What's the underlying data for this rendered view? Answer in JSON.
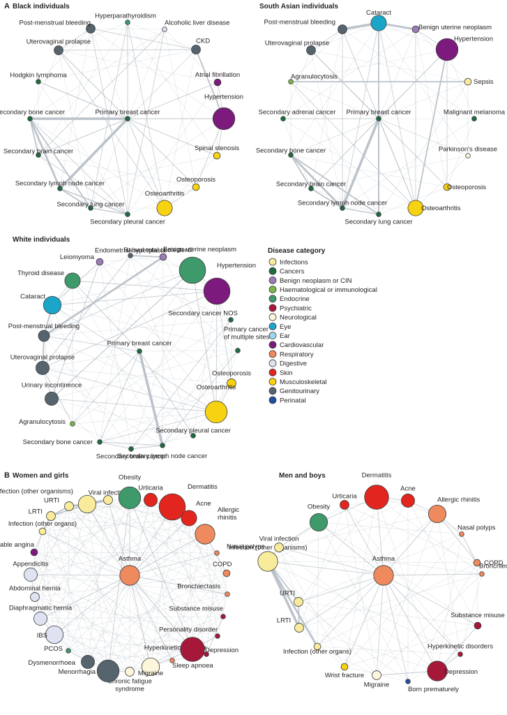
{
  "colors": {
    "Infections": "#f8ec9c",
    "Cancers": "#1e6b40",
    "Benign neoplasm or CIN": "#9b7bb8",
    "Haematological or immunological": "#7ab648",
    "Endocrine": "#3e9a6a",
    "Psychiatric": "#a6183a",
    "Neurological": "#fdf6dc",
    "Eye": "#1ba6c9",
    "Ear": "#9fd4ef",
    "Cardiovascular": "#7c1a7e",
    "Respiratory": "#ee8a5e",
    "Digestive": "#dfe3f1",
    "Skin": "#e2261f",
    "Musculoskeletal": "#f7d210",
    "Genitourinary": "#56646e",
    "Perinatal": "#1e4fa0"
  },
  "legend": {
    "title": "Disease category",
    "items": [
      "Infections",
      "Cancers",
      "Benign neoplasm or CIN",
      "Haematological or immunological",
      "Endocrine",
      "Psychiatric",
      "Neurological",
      "Eye",
      "Ear",
      "Cardiovascular",
      "Respiratory",
      "Digestive",
      "Skin",
      "Musculoskeletal",
      "Genitourinary",
      "Perinatal"
    ]
  },
  "panel_labels": [
    "A",
    "B"
  ],
  "networks": [
    {
      "id": "black",
      "title": "Black individuals",
      "nodes": [
        {
          "label": "Hyperparathyroidism",
          "cat": "Endocrine",
          "size": 1
        },
        {
          "label": "Alcoholic liver disease",
          "cat": "Digestive",
          "size": 1
        },
        {
          "label": "CKD",
          "cat": "Genitourinary",
          "size": 3
        },
        {
          "label": "Atrial fibrillation",
          "cat": "Cardiovascular",
          "size": 2
        },
        {
          "label": "Hypertension",
          "cat": "Cardiovascular",
          "size": 9
        },
        {
          "label": "Spinal stenosis",
          "cat": "Musculoskeletal",
          "size": 2
        },
        {
          "label": "Osteoporosis",
          "cat": "Musculoskeletal",
          "size": 2
        },
        {
          "label": "Osteoarthritis",
          "cat": "Musculoskeletal",
          "size": 6
        },
        {
          "label": "Secondary pleural cancer",
          "cat": "Cancers",
          "size": 1
        },
        {
          "label": "Secondary lung cancer",
          "cat": "Cancers",
          "size": 1
        },
        {
          "label": "Secondary lymph node cancer",
          "cat": "Cancers",
          "size": 1
        },
        {
          "label": "Secondary brain cancer",
          "cat": "Cancers",
          "size": 1
        },
        {
          "label": "Secondary bone cancer",
          "cat": "Cancers",
          "size": 1
        },
        {
          "label": "Hodgkin lymphoma",
          "cat": "Cancers",
          "size": 1
        },
        {
          "label": "Uterovaginal prolapse",
          "cat": "Genitourinary",
          "size": 3
        },
        {
          "label": "Post-menstrual bleeding",
          "cat": "Genitourinary",
          "size": 3
        },
        {
          "label": "Primary breast cancer",
          "cat": "Cancers",
          "size": 1
        }
      ]
    },
    {
      "id": "southasian",
      "title": "South Asian individuals",
      "nodes": [
        {
          "label": "Cataract",
          "cat": "Eye",
          "size": 6
        },
        {
          "label": "Benign uterine neoplasm",
          "cat": "Benign neoplasm or CIN",
          "size": 2
        },
        {
          "label": "Hypertension",
          "cat": "Cardiovascular",
          "size": 9
        },
        {
          "label": "Sepsis",
          "cat": "Infections",
          "size": 2
        },
        {
          "label": "Malignant melanoma",
          "cat": "Cancers",
          "size": 1
        },
        {
          "label": "Parkinson's disease",
          "cat": "Neurological",
          "size": 1
        },
        {
          "label": "Osteoporosis",
          "cat": "Musculoskeletal",
          "size": 2
        },
        {
          "label": "Osteoarthritis",
          "cat": "Musculoskeletal",
          "size": 6
        },
        {
          "label": "Secondary lung cancer",
          "cat": "Cancers",
          "size": 1
        },
        {
          "label": "Secondary lymph node cancer",
          "cat": "Cancers",
          "size": 1
        },
        {
          "label": "Secondary brain cancer",
          "cat": "Cancers",
          "size": 1
        },
        {
          "label": "Secondary bone cancer",
          "cat": "Cancers",
          "size": 1
        },
        {
          "label": "Secondary adrenal cancer",
          "cat": "Cancers",
          "size": 1
        },
        {
          "label": "Agranulocytosis",
          "cat": "Haematological or immunological",
          "size": 1
        },
        {
          "label": "Uterovaginal prolapse",
          "cat": "Genitourinary",
          "size": 3
        },
        {
          "label": "Post-menstrual bleeding",
          "cat": "Genitourinary",
          "size": 3
        },
        {
          "label": "Primary breast cancer",
          "cat": "Cancers",
          "size": 1
        }
      ]
    },
    {
      "id": "white",
      "title": "White individuals",
      "nodes": [
        {
          "label": "Endometrial hyperplasia",
          "cat": "Genitourinary",
          "size": 1
        },
        {
          "label": "Benign uterine neoplasm",
          "cat": "Benign neoplasm or CIN",
          "size": 2
        },
        {
          "label": "Raised total cholesterol",
          "cat": "Endocrine",
          "size": 11
        },
        {
          "label": "Hypertension",
          "cat": "Cardiovascular",
          "size": 11
        },
        {
          "label": "Secondary cancer NOS",
          "cat": "Cancers",
          "size": 1
        },
        {
          "label": "Primary cancer of multiple sites",
          "cat": "Cancers",
          "size": 1
        },
        {
          "label": "Osteoporosis",
          "cat": "Musculoskeletal",
          "size": 3
        },
        {
          "label": "Osteoarthritis",
          "cat": "Musculoskeletal",
          "size": 9
        },
        {
          "label": "Secondary pleural cancer",
          "cat": "Cancers",
          "size": 1
        },
        {
          "label": "Secondary lymph node cancer",
          "cat": "Cancers",
          "size": 1
        },
        {
          "label": "Secondary brain cancer",
          "cat": "Cancers",
          "size": 1
        },
        {
          "label": "Secondary bone cancer",
          "cat": "Cancers",
          "size": 1
        },
        {
          "label": "Agranulocytosis",
          "cat": "Haematological or immunological",
          "size": 1
        },
        {
          "label": "Urinary incontinence",
          "cat": "Genitourinary",
          "size": 5
        },
        {
          "label": "Uterovaginal prolapse",
          "cat": "Genitourinary",
          "size": 5
        },
        {
          "label": "Post-menstrual bleeding",
          "cat": "Genitourinary",
          "size": 4
        },
        {
          "label": "Cataract",
          "cat": "Eye",
          "size": 7
        },
        {
          "label": "Thyroid disease",
          "cat": "Endocrine",
          "size": 6
        },
        {
          "label": "Leiomyoma",
          "cat": "Benign neoplasm or CIN",
          "size": 2
        },
        {
          "label": "Primary breast cancer",
          "cat": "Cancers",
          "size": 1
        }
      ]
    },
    {
      "id": "women",
      "title": "Women and girls",
      "nodes": [
        {
          "label": "Viral infection",
          "cat": "Infections",
          "size": 3
        },
        {
          "label": "Obesity",
          "cat": "Endocrine",
          "size": 9
        },
        {
          "label": "Urticaria",
          "cat": "Skin",
          "size": 5
        },
        {
          "label": "Dermatitis",
          "cat": "Skin",
          "size": 11
        },
        {
          "label": "Acne",
          "cat": "Skin",
          "size": 6
        },
        {
          "label": "Allergic rhinitis",
          "cat": "Respiratory",
          "size": 8
        },
        {
          "label": "Nasal polyps",
          "cat": "Respiratory",
          "size": 1
        },
        {
          "label": "COPD",
          "cat": "Respiratory",
          "size": 2
        },
        {
          "label": "Bronchiectasis",
          "cat": "Respiratory",
          "size": 1
        },
        {
          "label": "Substance misuse",
          "cat": "Psychiatric",
          "size": 1
        },
        {
          "label": "Personality disorder",
          "cat": "Psychiatric",
          "size": 1
        },
        {
          "label": "Hyperkinetic disorder",
          "cat": "Psychiatric",
          "size": 1
        },
        {
          "label": "Depression",
          "cat": "Psychiatric",
          "size": 10
        },
        {
          "label": "Sleep apnoea",
          "cat": "Respiratory",
          "size": 1
        },
        {
          "label": "Migraine",
          "cat": "Neurological",
          "size": 7
        },
        {
          "label": "Chronic fatigue syndrome",
          "cat": "Neurological",
          "size": 3
        },
        {
          "label": "Menorrhagia",
          "cat": "Genitourinary",
          "size": 9
        },
        {
          "label": "Dysmenorrhoea",
          "cat": "Genitourinary",
          "size": 5
        },
        {
          "label": "PCOS",
          "cat": "Endocrine",
          "size": 1
        },
        {
          "label": "IBS",
          "cat": "Digestive",
          "size": 7
        },
        {
          "label": "Diaphragmatic hernia",
          "cat": "Digestive",
          "size": 5
        },
        {
          "label": "Abdominal hernia",
          "cat": "Digestive",
          "size": 3
        },
        {
          "label": "Appendicitis",
          "cat": "Digestive",
          "size": 5
        },
        {
          "label": "Stable angina",
          "cat": "Cardiovascular",
          "size": 2
        },
        {
          "label": "Infection (other organs)",
          "cat": "Infections",
          "size": 2
        },
        {
          "label": "LRTI",
          "cat": "Infections",
          "size": 3
        },
        {
          "label": "URTI",
          "cat": "Infections",
          "size": 3
        },
        {
          "label": "Infection (other organisms)",
          "cat": "Infections",
          "size": 7
        },
        {
          "label": "Asthma",
          "cat": "Respiratory",
          "size": 8
        }
      ]
    },
    {
      "id": "men",
      "title": "Men and boys",
      "nodes": [
        {
          "label": "Dermatitis",
          "cat": "Skin",
          "size": 10
        },
        {
          "label": "Acne",
          "cat": "Skin",
          "size": 5
        },
        {
          "label": "Allergic rhinitis",
          "cat": "Respiratory",
          "size": 7
        },
        {
          "label": "Nasal polyps",
          "cat": "Respiratory",
          "size": 1
        },
        {
          "label": "COPD",
          "cat": "Respiratory",
          "size": 2
        },
        {
          "label": "Bronchiectasis",
          "cat": "Respiratory",
          "size": 1
        },
        {
          "label": "Substance misuse",
          "cat": "Psychiatric",
          "size": 2
        },
        {
          "label": "Hyperkinetic disorders",
          "cat": "Psychiatric",
          "size": 1
        },
        {
          "label": "Depression",
          "cat": "Psychiatric",
          "size": 8
        },
        {
          "label": "Born prematurely",
          "cat": "Perinatal",
          "size": 1
        },
        {
          "label": "Migraine",
          "cat": "Neurological",
          "size": 3
        },
        {
          "label": "Wrist fracture",
          "cat": "Musculoskeletal",
          "size": 2
        },
        {
          "label": "Infection (other organs)",
          "cat": "Infections",
          "size": 2
        },
        {
          "label": "LRTI",
          "cat": "Infections",
          "size": 3
        },
        {
          "label": "URTI",
          "cat": "Infections",
          "size": 3
        },
        {
          "label": "Infection (other organisms)",
          "cat": "Infections",
          "size": 8
        },
        {
          "label": "Viral infection",
          "cat": "Infections",
          "size": 3
        },
        {
          "label": "Obesity",
          "cat": "Endocrine",
          "size": 7
        },
        {
          "label": "Urticaria",
          "cat": "Skin",
          "size": 3
        },
        {
          "label": "Asthma",
          "cat": "Respiratory",
          "size": 8
        }
      ]
    }
  ]
}
